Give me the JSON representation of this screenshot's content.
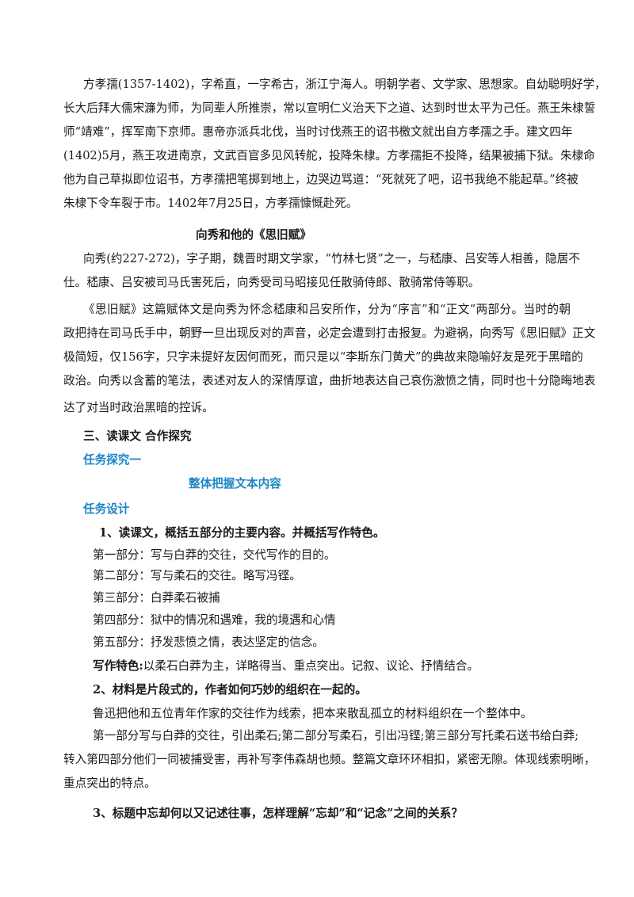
{
  "intro": {
    "lines": [
      "方孝孺(1357-1402)，字希直，一字希古，浙江宁海人。明朝学者、文学家、思想家。自幼聪明好学，",
      "长大后拜大儒宋濂为师，为同辈人所推崇，常以宣明仁义治天下之道、达到时世太平为己任。燕王朱棣誓",
      "师“靖难”，挥军南下京师。惠帝亦派兵北伐，当时讨伐燕王的诏书檄文就出自方孝孺之手。建文四年",
      "(1402)5月，燕王攻进南京，文武百官多见风转舵，投降朱棣。方孝孺拒不投降，结果被捕下狱。朱棣命",
      "他为自己草拟即位诏书，方孝孺把笔掷到地上，边哭边骂道：“死就死了吧，诏书我绝不能起草。”终被",
      "朱棣下令车裂于市。1402年7月25日，方孝孺慷慨赴死。"
    ]
  },
  "xiangxiu": {
    "heading": "向秀和他的《思旧赋》",
    "p1": [
      "向秀(约227-272)，字子期，魏晋时期文学家，“竹林七贤”之一，与嵇康、吕安等人相善，隐居不",
      "仕。嵇康、吕安被司马氏害死后，向秀受司马昭接见任散骑侍郎、散骑常侍等职。"
    ],
    "p2": [
      "《思旧赋》这篇赋体文是向秀为怀念嵇康和吕安所作，分为“序言”和“正文”两部分。当时的朝",
      "政把持在司马氏手中，朝野一旦出现反对的声音，必定会遭到打击报复。为避祸，向秀写《思旧赋》正文",
      "极简短，仅156字，只字未提好友因何而死，而只是以“李斯东门黄犬”的典故来隐喻好友是死于黑暗的",
      "政治。向秀以含蓄的笔法，表述对友人的深情厚谊，曲折地表达自己哀伤激愤之情，同时也十分隐晦地表",
      "达了对当时政治黑暗的控诉。"
    ]
  },
  "section3": {
    "heading": "三、读课文  合作探究",
    "task_label": "任务探究一",
    "task_title": "整体把握文本内容",
    "design_label": "任务设计",
    "q1": "1、读课文，概括五部分的主要内容。并概括写作特色。",
    "parts": [
      "第一部分：写与白莽的交往，交代写作的目的。",
      "第二部分：写与柔石的交往。略写冯铿。",
      "第三部分：白莽柔石被捕",
      "第四部分：狱中的情况和遇难，我的境遇和心情",
      "第五部分：抒发悲愤之情，表达坚定的信念。"
    ],
    "feature_label": "写作特色:",
    "feature_text": "以柔石白莽为主，详略得当、重点突出。记叙、议论、抒情结合。",
    "q2": "2、材料是片段式的，作者如何巧妙的组织在一起的。",
    "a2_p1": "鲁迅把他和五位青年作家的交往作为线索，把本来散乱孤立的材料组织在一个整体中。",
    "a2_p2": [
      "第一部分写与白莽的交往，引出柔石;第二部分写柔石，引出冯铿;第三部分写托柔石送书给白莽;",
      "转入第四部分他们一同被捕受害，再补写李伟森胡也频。整篇文章环环相扣，紧密无隙。体现线索明晰，",
      "重点突出的特点。"
    ],
    "q3": "3、标题中忘却何以又记述往事，怎样理解“忘却”和“记念”之间的关系？"
  }
}
